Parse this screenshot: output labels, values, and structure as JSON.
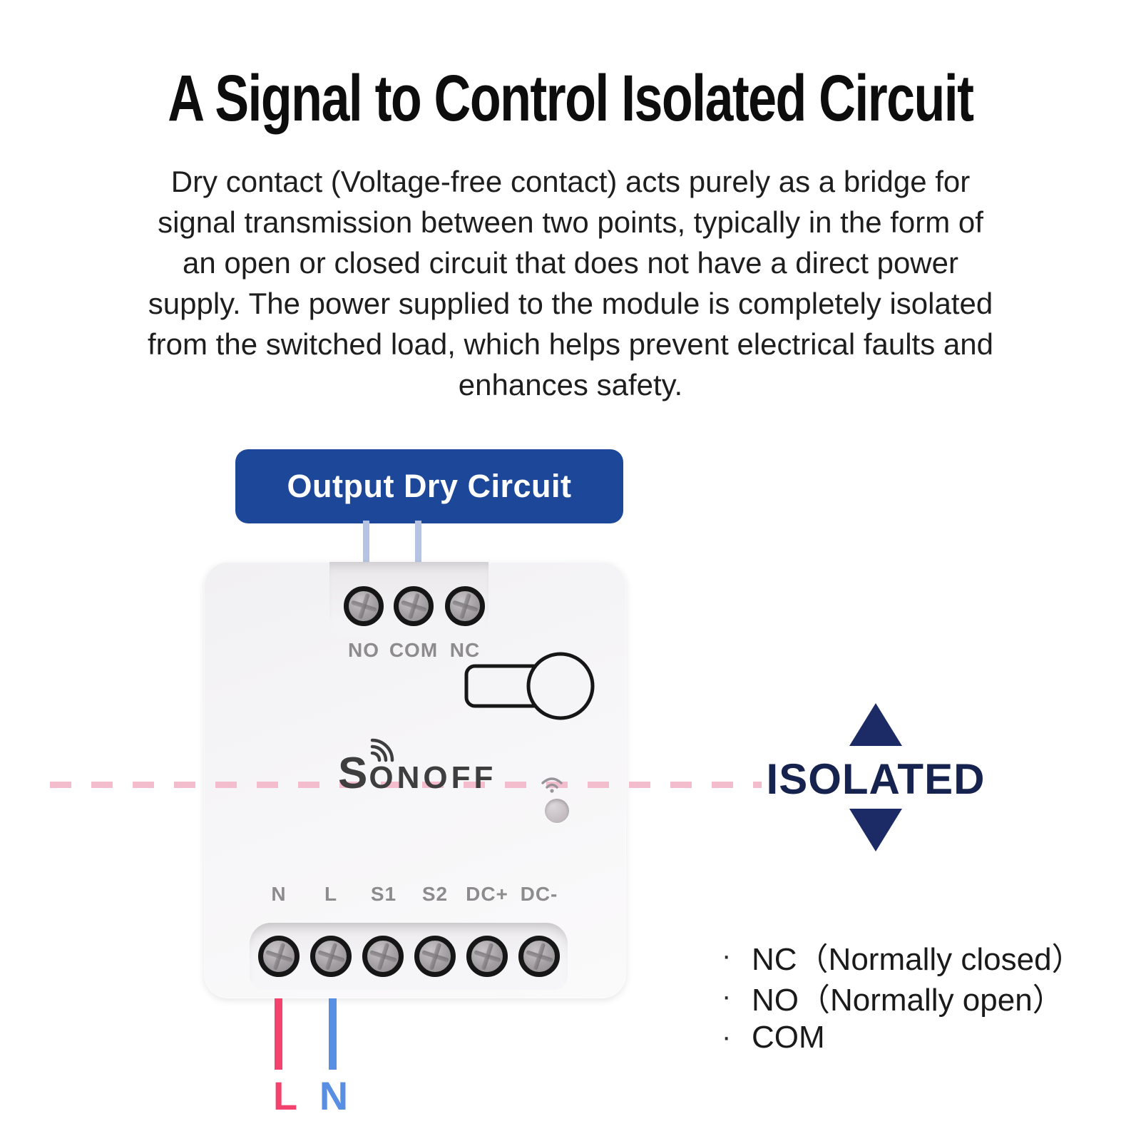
{
  "title": "A Signal to Control Isolated Circuit",
  "description_lines": [
    "Dry contact (Voltage-free contact) acts purely as a bridge for",
    "signal transmission between two points, typically in the form of",
    "an open or closed circuit that does not have a direct power",
    "supply. The power supplied to the module is completely isolated",
    "from the switched load, which helps prevent electrical faults and",
    "enhances safety."
  ],
  "badge": {
    "label": "Output Dry Circuit"
  },
  "device": {
    "brand_s": "S",
    "brand_rest": "onoff",
    "top_terminals": [
      "NO",
      "COM",
      "NC"
    ],
    "bottom_terminals": [
      "N",
      "L",
      "S1",
      "S2",
      "DC+",
      "DC-"
    ]
  },
  "isolated_label": "ISOLATED",
  "legend": {
    "bullet": "·",
    "items": [
      "NC（Normally closed）",
      "NO（Normally open）",
      "COM"
    ]
  },
  "wire_labels": {
    "live": "L",
    "neutral": "N"
  },
  "colors": {
    "badge_blue": "#1d4798",
    "navy": "#1c2b66",
    "dash_pink": "#f3bdce",
    "wire_pink": "#f2426d",
    "wire_blue": "#588fe3",
    "top_wire_blue": "#b6c3e3",
    "logo_gray": "#3e3e3e"
  }
}
